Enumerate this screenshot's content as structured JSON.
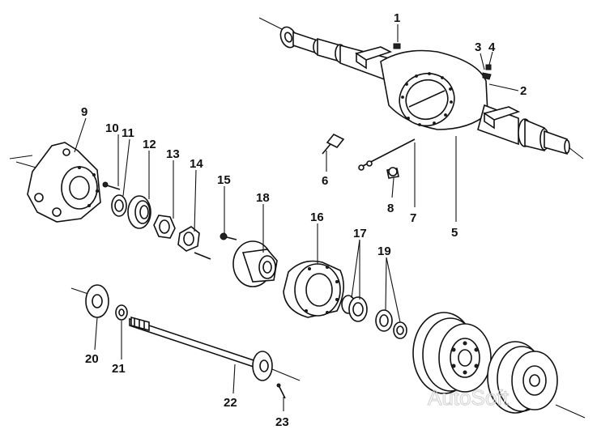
{
  "callouts": {
    "c1": "1",
    "c2": "2",
    "c3": "3",
    "c4": "4",
    "c5": "5",
    "c6": "6",
    "c7": "7",
    "c8": "8",
    "c9": "9",
    "c10": "10",
    "c11": "11",
    "c12": "12",
    "c13": "13",
    "c14": "14",
    "c15": "15",
    "c16": "16",
    "c17": "17",
    "c18": "18",
    "c19": "19",
    "c20": "20",
    "c21": "21",
    "c22": "22",
    "c23": "23"
  },
  "watermark": "AutoSoft"
}
